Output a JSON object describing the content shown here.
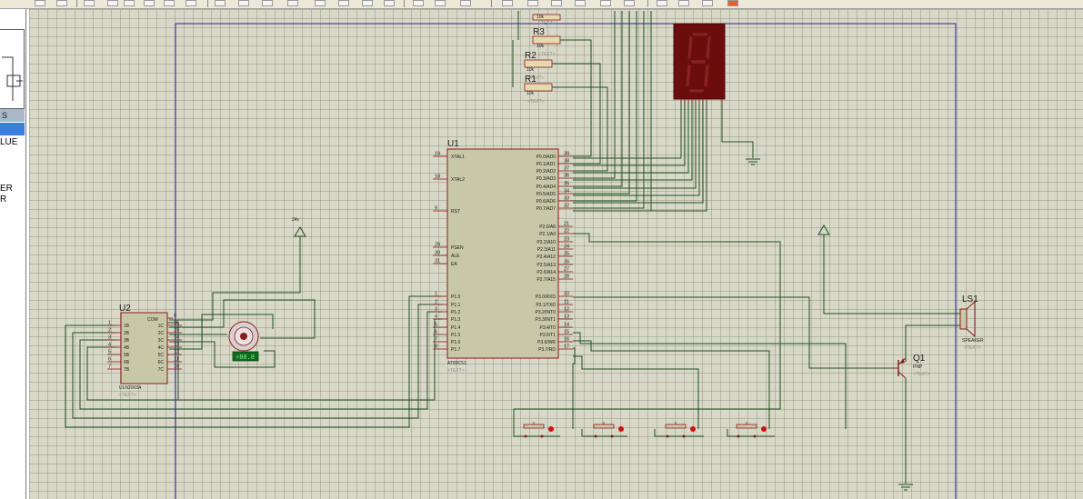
{
  "left_panel": {
    "tab_label": "S",
    "items": [
      "LUE",
      "ER",
      "R"
    ]
  },
  "schematic": {
    "mcu": {
      "ref": "U1",
      "part": "AT89C51",
      "text": "<TEXT>",
      "left_pins": [
        {
          "num": "19",
          "name": "XTAL1"
        },
        {
          "num": "18",
          "name": "XTAL2"
        },
        {
          "num": "9",
          "name": "RST"
        },
        {
          "num": "29",
          "name": "PSEN"
        },
        {
          "num": "30",
          "name": "ALE"
        },
        {
          "num": "31",
          "name": "EA"
        },
        {
          "num": "1",
          "name": "P1.0"
        },
        {
          "num": "2",
          "name": "P1.1"
        },
        {
          "num": "3",
          "name": "P1.2"
        },
        {
          "num": "4",
          "name": "P1.3"
        },
        {
          "num": "5",
          "name": "P1.4"
        },
        {
          "num": "6",
          "name": "P1.5"
        },
        {
          "num": "7",
          "name": "P1.6"
        },
        {
          "num": "8",
          "name": "P1.7"
        }
      ],
      "right_pins": [
        {
          "num": "39",
          "name": "P0.0/AD0"
        },
        {
          "num": "38",
          "name": "P0.1/AD1"
        },
        {
          "num": "37",
          "name": "P0.2/AD2"
        },
        {
          "num": "36",
          "name": "P0.3/AD3"
        },
        {
          "num": "35",
          "name": "P0.4/AD4"
        },
        {
          "num": "34",
          "name": "P0.5/AD5"
        },
        {
          "num": "33",
          "name": "P0.6/AD6"
        },
        {
          "num": "32",
          "name": "P0.7/AD7"
        },
        {
          "num": "21",
          "name": "P2.0/A8"
        },
        {
          "num": "22",
          "name": "P2.1/A9"
        },
        {
          "num": "23",
          "name": "P2.2/A10"
        },
        {
          "num": "24",
          "name": "P2.3/A11"
        },
        {
          "num": "25",
          "name": "P2.4/A12"
        },
        {
          "num": "26",
          "name": "P2.5/A13"
        },
        {
          "num": "27",
          "name": "P2.6/A14"
        },
        {
          "num": "28",
          "name": "P2.7/A15"
        },
        {
          "num": "10",
          "name": "P3.0/RXD"
        },
        {
          "num": "11",
          "name": "P3.1/TXD"
        },
        {
          "num": "12",
          "name": "P3.2/INT0"
        },
        {
          "num": "13",
          "name": "P3.3/INT1"
        },
        {
          "num": "14",
          "name": "P3.4/T0"
        },
        {
          "num": "15",
          "name": "P3.5/T1"
        },
        {
          "num": "16",
          "name": "P3.6/WR"
        },
        {
          "num": "17",
          "name": "P3.7/RD"
        }
      ]
    },
    "driver": {
      "ref": "U2",
      "part": "ULN2003A",
      "text": "<TEXT>",
      "com_label": "COM",
      "left_pins": [
        {
          "num": "1",
          "name": "1B"
        },
        {
          "num": "2",
          "name": "2B"
        },
        {
          "num": "3",
          "name": "3B"
        },
        {
          "num": "4",
          "name": "4B"
        },
        {
          "num": "5",
          "name": "5B"
        },
        {
          "num": "6",
          "name": "6B"
        },
        {
          "num": "7",
          "name": "7B"
        }
      ],
      "right_pins": [
        {
          "num": "16",
          "name": "1C"
        },
        {
          "num": "15",
          "name": "2C"
        },
        {
          "num": "14",
          "name": "3C"
        },
        {
          "num": "13",
          "name": "4C"
        },
        {
          "num": "12",
          "name": "5C"
        },
        {
          "num": "11",
          "name": "6C"
        },
        {
          "num": "10",
          "name": "7C"
        }
      ],
      "com_pin": "9"
    },
    "resistors": [
      {
        "ref": "R3",
        "value": "10k",
        "text": "<TEXT>"
      },
      {
        "ref": "R2",
        "value": "10k",
        "text": "<TEXT>"
      },
      {
        "ref": "R1",
        "value": "10k",
        "text": "<TEXT>"
      }
    ],
    "resistor_top_value": "10k",
    "resistor_top_text": "<TEXT>",
    "power_label": "24v",
    "speaker": {
      "ref": "LS1",
      "part": "SPEAKER",
      "text": "<TEXT>"
    },
    "transistor": {
      "ref": "Q1",
      "part": "PNP",
      "text": "<TEXT>"
    },
    "motor_value": "+88.8",
    "buttons_count": 4
  },
  "colors": {
    "wire": "#1f4f1f",
    "component": "#8b1a1a",
    "chip_fill": "#c8c8a8",
    "display": "#6b0d0d",
    "border": "#2020a0",
    "grid": "#d8d8c8"
  }
}
